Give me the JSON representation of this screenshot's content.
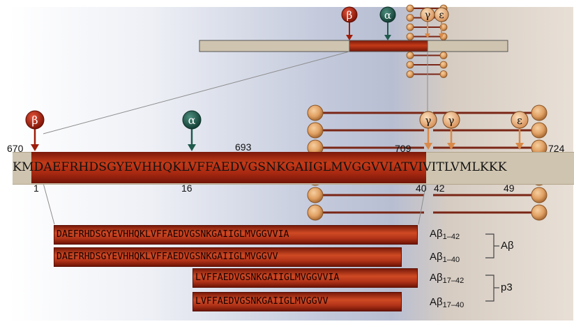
{
  "cleavage_sites": {
    "beta": "β",
    "alpha": "α",
    "gamma": "γ",
    "epsilon": "ε"
  },
  "sequence": {
    "full": "KMDAEFRHDSGYEVHHQKLVFFAEDVGSNKGAIIGLMVGGVVIATVIVITLVMLKKK",
    "pos_start": "670",
    "pos_693": "693",
    "pos_709": "709",
    "pos_end": "724",
    "ab_1": "1",
    "ab_16": "16",
    "ab_40": "40",
    "ab_42": "42",
    "ab_49": "49"
  },
  "peptides": [
    {
      "seq": "DAEFRHDSGYEVHHQKLVFFAEDVGSNKGAIIGLMVGGVVIA",
      "label_main": "Aβ",
      "label_sub": "1–42"
    },
    {
      "seq": "DAEFRHDSGYEVHHQKLVFFAEDVGSNKGAIIGLMVGGVV",
      "label_main": "Aβ",
      "label_sub": "1–40"
    },
    {
      "seq": "LVFFAEDVGSNKGAIIGLMVGGVVIA",
      "label_main": "Aβ",
      "label_sub": "17–42"
    },
    {
      "seq": "LVFFAEDVGSNKGAIIGLMVGGVV",
      "label_main": "Aβ",
      "label_sub": "17–40"
    }
  ],
  "groups": {
    "ab": "Aβ",
    "p3": "p3"
  },
  "colors": {
    "beta_pin": "#9e1d0c",
    "alpha_pin": "#1f5a4c",
    "gamma_pin": "#d98a4a",
    "lipid_head": "#e0a063",
    "membrane_tail": "#7a2616",
    "sequence_red": "#b3301a",
    "sequence_tan": "#cfc4af"
  }
}
